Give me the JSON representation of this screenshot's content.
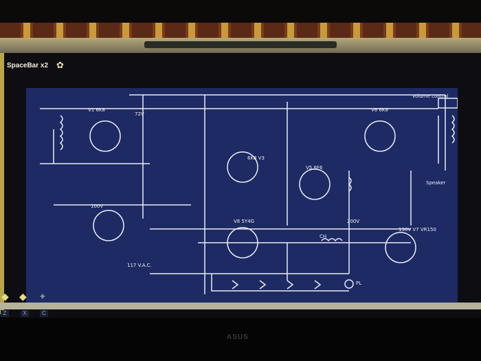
{
  "window": {
    "title": "SpaceBar x2"
  },
  "keys": [
    "Z",
    "X",
    "C"
  ],
  "monitor_brand": "ASUS",
  "schematic": {
    "labels": {
      "v1": "V1 6K8",
      "v3": "6K8 V3",
      "v5": "V5 6F6",
      "v6": "V6 6K8",
      "v7": "130V V7 VR150",
      "v8": "V8 5Y4G",
      "volume": "volume control",
      "speaker": "Speaker",
      "mains": "117 V.A.C.",
      "b200": "200V",
      "b100": "100V",
      "b72": "72V",
      "ch": "CH",
      "pl": "PL"
    }
  }
}
